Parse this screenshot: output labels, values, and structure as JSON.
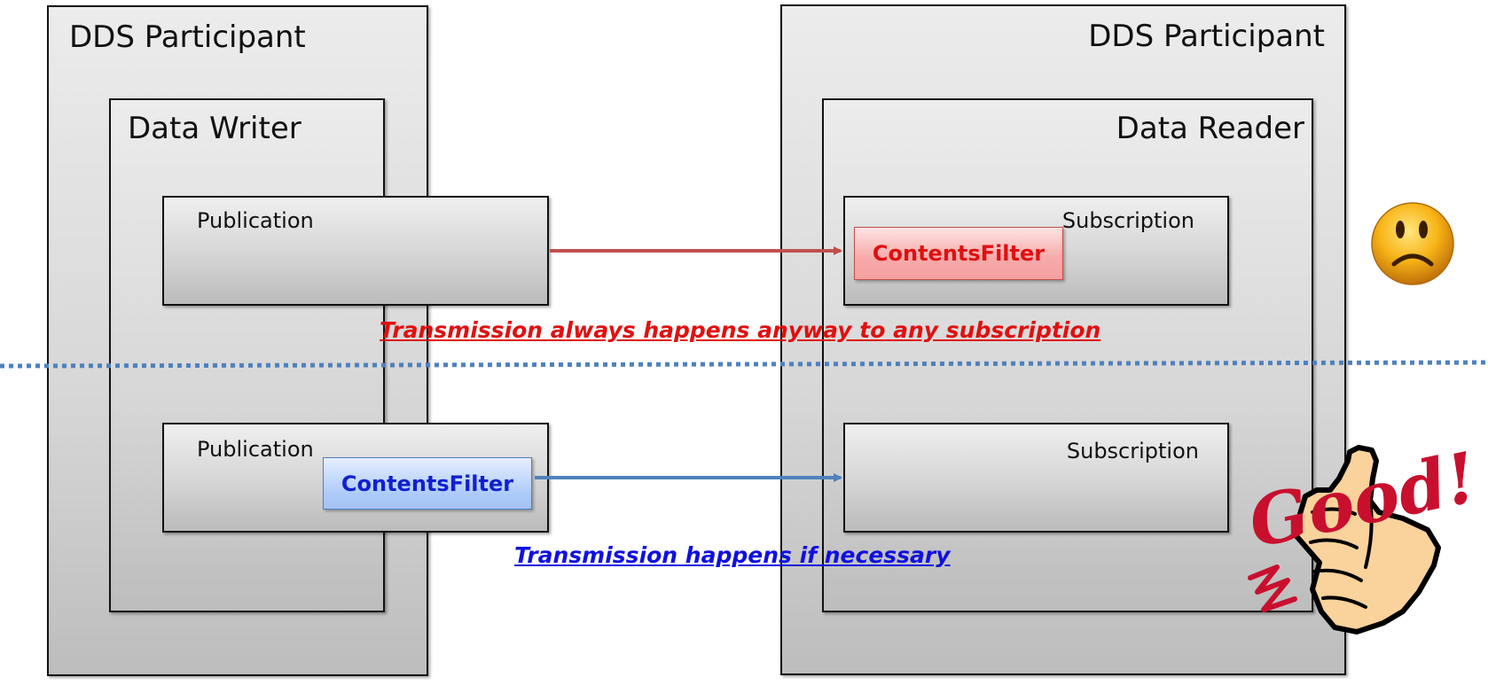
{
  "left_participant": {
    "title": "DDS Participant",
    "writer": {
      "title": "Data Writer",
      "publication_top": {
        "label": "Publication"
      },
      "publication_bottom": {
        "label": "Publication",
        "filter": "ContentsFilter"
      }
    }
  },
  "right_participant": {
    "title": "DDS Participant",
    "reader": {
      "title": "Data Reader",
      "subscription_top": {
        "label": "Subscription",
        "filter": "ContentsFilter"
      },
      "subscription_bottom": {
        "label": "Subscription"
      }
    }
  },
  "captions": {
    "top": "Transmission always happens anyway to any subscription",
    "bottom": "Transmission happens if necessary"
  },
  "good_sign": {
    "text": "Good!"
  },
  "colors": {
    "red_arrow": "#c0504d",
    "blue_arrow": "#4f81bd",
    "caption_red": "#e01010",
    "caption_blue": "#1010e0",
    "divider": "#4f81bd",
    "good_text": "#c8102e"
  },
  "icons": [
    "sad-face-icon",
    "thumbs-up-icon"
  ]
}
